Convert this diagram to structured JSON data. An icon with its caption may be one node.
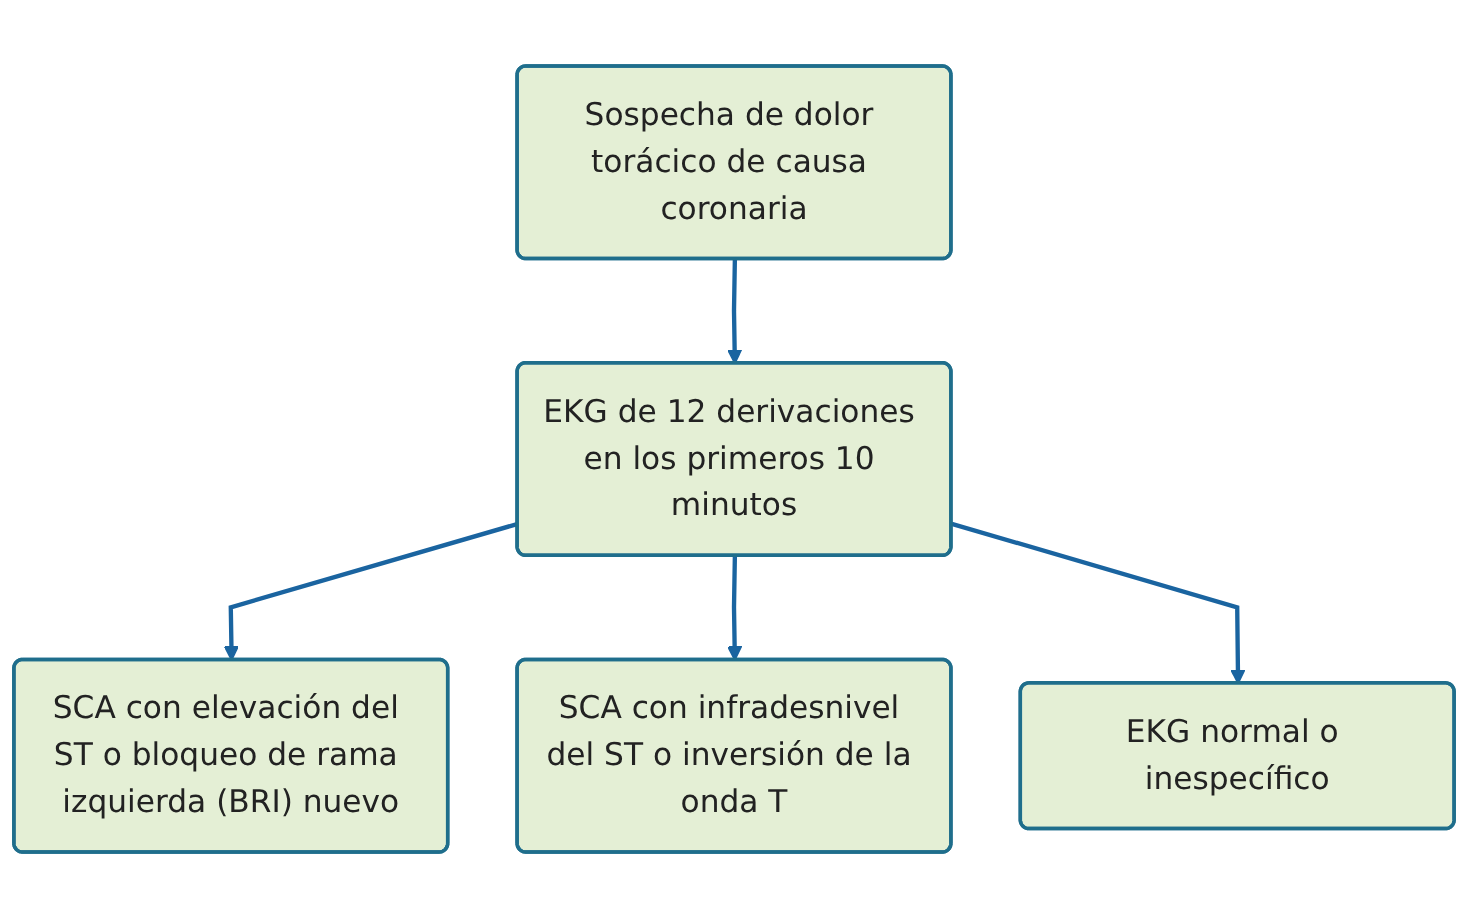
{
  "diagram": {
    "nodes": [
      {
        "text": [
          "Sospecha de dolor torácico de causa coronaria"
        ]
      },
      {
        "text": [
          "EKG de 12 derivaciones en los primeros 10 minutos"
        ]
      },
      {
        "text": [
          "SCA con elevación del ST o bloqueo de rama izquierda (BRI) nuevo"
        ]
      },
      {
        "text": [
          "SCA con infradesnivel del ST o inversión de la onda T"
        ]
      },
      {
        "text": [
          "EKG normal o inespecífico"
        ]
      }
    ],
    "edges": [
      {
        "from": 0,
        "to": 1,
        "arrow": "to"
      },
      {
        "from": 1,
        "to": 2,
        "arrow": "to"
      },
      {
        "from": 1,
        "to": 3,
        "arrow": "to"
      },
      {
        "from": 1,
        "to": 4,
        "arrow": "to"
      }
    ]
  }
}
